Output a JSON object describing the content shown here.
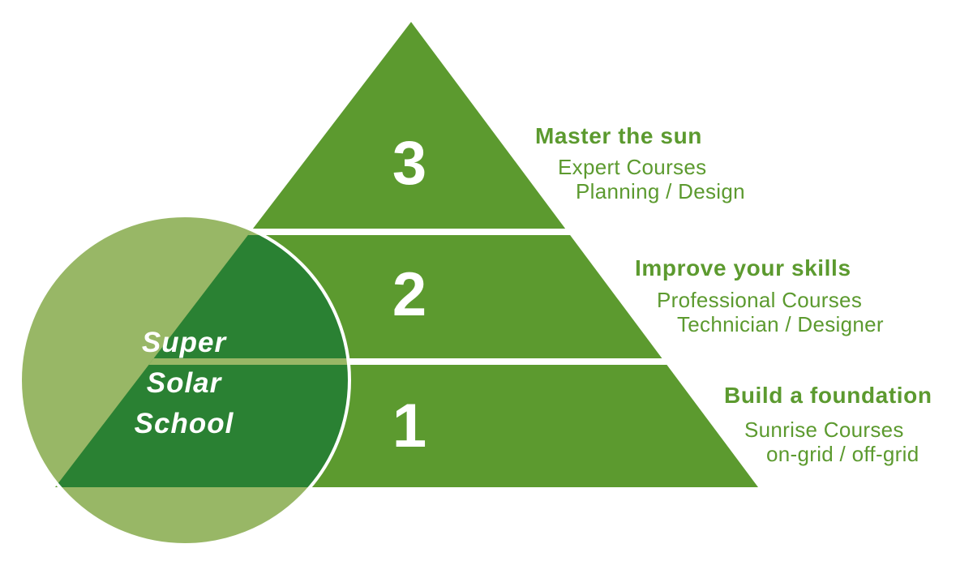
{
  "diagram": {
    "badge": {
      "lines": [
        "Super",
        "Solar",
        "School"
      ]
    },
    "levels": [
      {
        "number": "3",
        "heading": "Master the sun",
        "sub1": "Expert Courses",
        "sub2": "Planning / Design"
      },
      {
        "number": "2",
        "heading": "Improve your skills",
        "sub1": "Professional Courses",
        "sub2": "Technician / Designer"
      },
      {
        "number": "1",
        "heading": "Build a foundation",
        "sub1": "Sunrise Courses",
        "sub2": "on-grid / off-grid"
      }
    ]
  },
  "colors": {
    "pyramid_green": "#5c9a2f",
    "circle_sage": "#98b766",
    "overlap_dark": "#2a8133",
    "label_green": "#5c9a2f",
    "text_white": "#ffffff"
  }
}
